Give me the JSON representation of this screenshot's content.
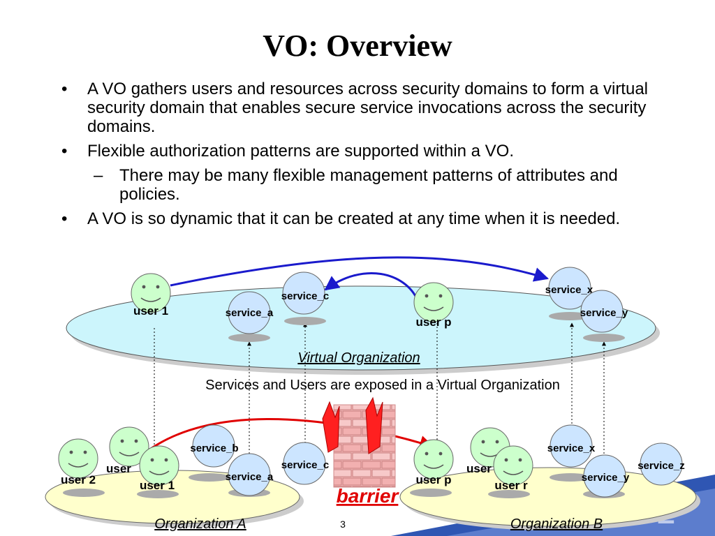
{
  "slide": {
    "title": "VO: Overview",
    "page_number": "3",
    "bullets": [
      {
        "marker": "•",
        "text": "A VO gathers users and resources across security domains to form a virtual security domain that enables secure service invocations across the security domains."
      },
      {
        "marker": "•",
        "text": "Flexible authorization patterns are supported within a VO."
      },
      {
        "marker": "–",
        "text": "There may be many flexible management patterns of attributes and policies."
      },
      {
        "marker": "•",
        "text": "A VO is so dynamic that it can be created at any time when it is needed."
      }
    ]
  },
  "diagram": {
    "vo_label": "Virtual Organization",
    "caption": "Services and Users are exposed in a Virtual Organization",
    "org_a_label": "Organization A",
    "org_b_label": "Organization B",
    "barrier_label": "barrier",
    "vo_nodes": {
      "user1": "user 1",
      "userp": "user p",
      "service_a": "service_a",
      "service_c": "service_c",
      "service_x": "service_x",
      "service_y": "service_y"
    },
    "org_a_nodes": {
      "user2": "user 2",
      "user_partial": "user",
      "user1": "user 1",
      "service_b": "service_b",
      "service_a": "service_a",
      "service_c": "service_c"
    },
    "org_b_nodes": {
      "userp": "user p",
      "user_partial": "user",
      "userr": "user r",
      "service_x": "service_x",
      "service_y": "service_y",
      "service_z": "service_z"
    },
    "colors": {
      "vo_fill": "#ccf5fc",
      "org_fill": "#ffffcc",
      "user_fill": "#ccffcc",
      "service_fill": "#cce5ff",
      "blue_arrow": "#1a1acc",
      "red_arrow": "#e00000",
      "barrier_text": "#e00000"
    }
  }
}
